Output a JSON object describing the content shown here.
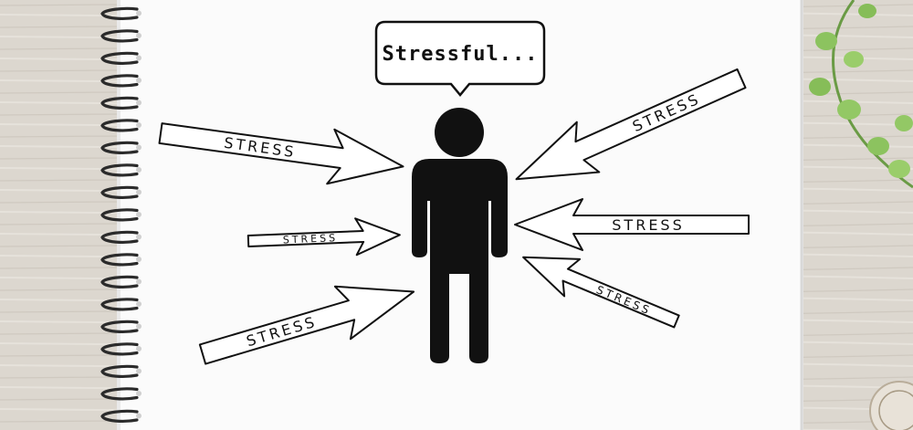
{
  "speech_bubble": {
    "text": "Stressful..."
  },
  "arrows": [
    {
      "label": "STRESS"
    },
    {
      "label": "STRESS"
    },
    {
      "label": "STRESS"
    },
    {
      "label": "STRESS"
    },
    {
      "label": "STRESS"
    },
    {
      "label": "STRESS"
    }
  ],
  "colors": {
    "wood": "#ded9d1",
    "notebook_page": "#fbfbfb",
    "ink": "#111111",
    "leaf": "#8cc35f"
  }
}
